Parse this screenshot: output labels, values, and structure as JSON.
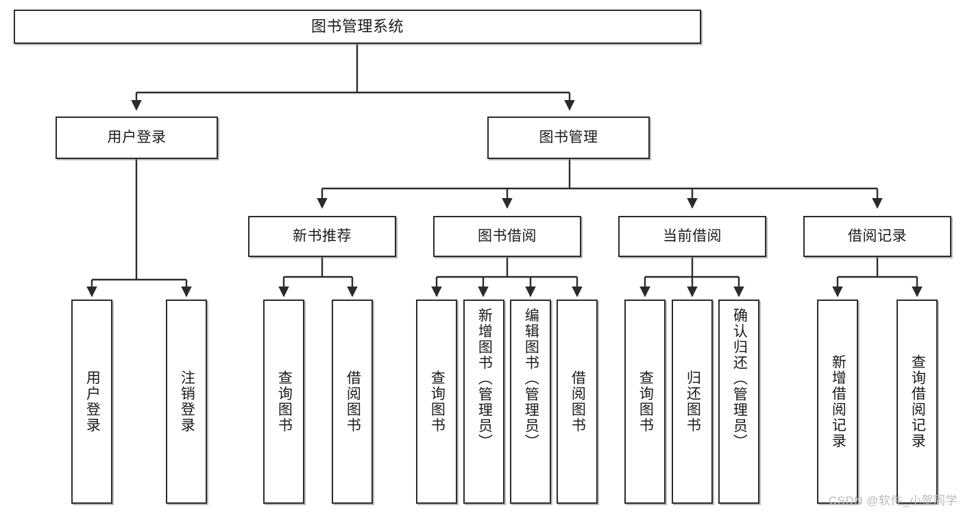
{
  "diagram": {
    "title": "图书管理系统",
    "type": "tree",
    "orientation": "top-down",
    "colors": {
      "box_border": "#2b2b2b",
      "box_fill": "#ffffff",
      "edge": "#2b2b2b",
      "text": "#1a1a1a",
      "watermark": "#b9b9b9"
    }
  },
  "nodes": {
    "root": {
      "label": "图书管理系统"
    },
    "level2": [
      {
        "id": "user-login",
        "label": "用户登录"
      },
      {
        "id": "book-manage",
        "label": "图书管理"
      }
    ],
    "level3": [
      {
        "id": "new-book-recommend",
        "label": "新书推荐"
      },
      {
        "id": "book-borrow",
        "label": "图书借阅"
      },
      {
        "id": "current-borrow",
        "label": "当前借阅"
      },
      {
        "id": "borrow-record",
        "label": "借阅记录"
      }
    ],
    "leaves": [
      {
        "id": "leaf-user-login",
        "label": "用户登录",
        "parent": "user-login"
      },
      {
        "id": "leaf-logout-login",
        "label": "注销登录",
        "parent": "user-login"
      },
      {
        "id": "leaf-query-book-1",
        "label": "查询图书",
        "parent": "new-book-recommend"
      },
      {
        "id": "leaf-borrow-book-1",
        "label": "借阅图书",
        "parent": "new-book-recommend"
      },
      {
        "id": "leaf-query-book-2",
        "label": "查询图书",
        "parent": "book-borrow"
      },
      {
        "id": "leaf-add-book",
        "label": "新增图书（管理员）",
        "parent": "book-borrow"
      },
      {
        "id": "leaf-edit-book",
        "label": "编辑图书（管理员）",
        "parent": "book-borrow"
      },
      {
        "id": "leaf-borrow-book-2",
        "label": "借阅图书",
        "parent": "book-borrow"
      },
      {
        "id": "leaf-query-book-3",
        "label": "查询图书",
        "parent": "current-borrow"
      },
      {
        "id": "leaf-return-book",
        "label": "归还图书",
        "parent": "current-borrow"
      },
      {
        "id": "leaf-confirm-return",
        "label": "确认归还（管理员）",
        "parent": "current-borrow"
      },
      {
        "id": "leaf-add-record",
        "label": "新增借阅记录",
        "parent": "borrow-record"
      },
      {
        "id": "leaf-query-record",
        "label": "查询借阅记录",
        "parent": "borrow-record"
      }
    ]
  },
  "watermark": {
    "text": "CSDN @软件_小贺同学"
  }
}
